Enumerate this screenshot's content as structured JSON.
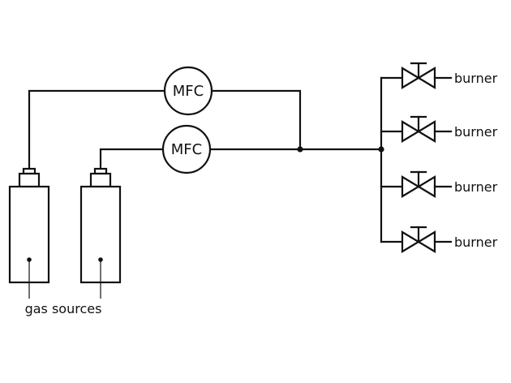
{
  "diagram": {
    "source_label": "gas sources",
    "mfc_labels": [
      "MFC",
      "MFC"
    ],
    "burners": [
      {
        "label": "burner"
      },
      {
        "label": "burner"
      },
      {
        "label": "burner"
      },
      {
        "label": "burner"
      }
    ]
  }
}
